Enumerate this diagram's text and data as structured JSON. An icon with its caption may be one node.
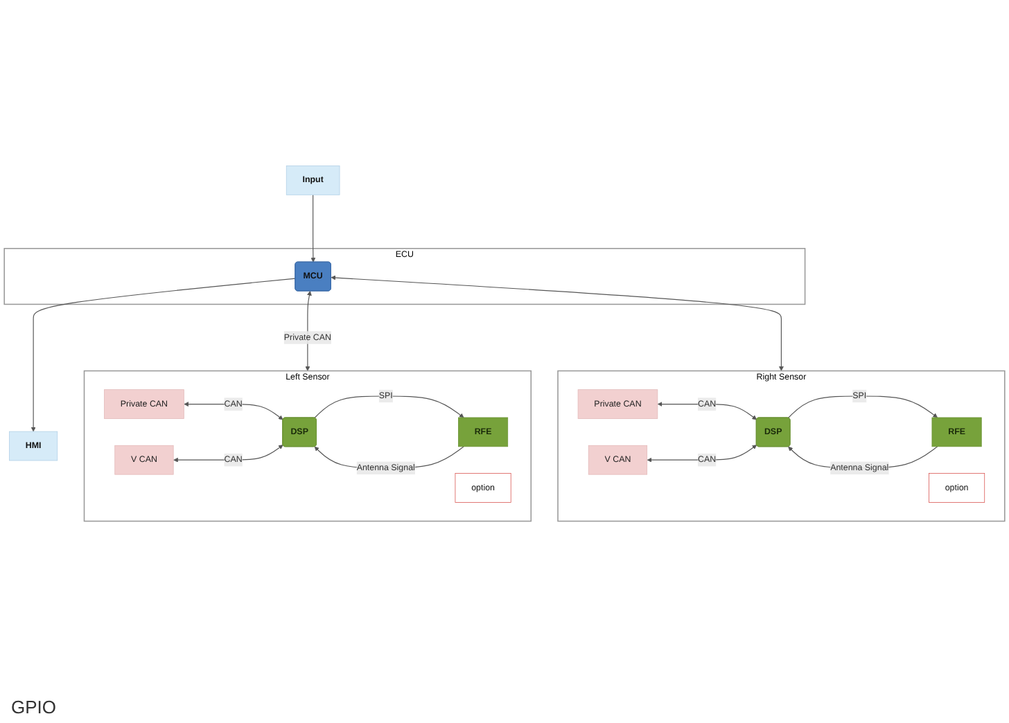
{
  "diagram": {
    "nodes": [
      {
        "text": [
          "ECU"
        ]
      },
      {
        "text": [
          "MCU"
        ],
        "in": 0
      },
      {
        "text": [
          "Input"
        ]
      },
      {
        "text": [
          "HMI"
        ]
      },
      {
        "text": [
          "Left Sensor"
        ]
      },
      {
        "text": [
          "Private CAN"
        ],
        "in": 4
      },
      {
        "text": [
          "V CAN"
        ],
        "in": 4
      },
      {
        "text": [
          "option"
        ],
        "in": 4
      },
      {
        "text": [
          "DSP"
        ],
        "in": 4
      },
      {
        "text": [
          "RFE"
        ],
        "in": 4
      },
      {
        "text": [
          "Right Sensor"
        ]
      },
      {
        "text": [
          "Private CAN"
        ],
        "in": 10
      },
      {
        "text": [
          "V CAN"
        ],
        "in": 10
      },
      {
        "text": [
          "option"
        ],
        "in": 10
      },
      {
        "text": [
          "DSP"
        ],
        "in": 10
      },
      {
        "text": [
          "RFE"
        ],
        "in": 10
      }
    ],
    "edges": [
      {
        "from": 2,
        "to": 1,
        "arrow": "to"
      },
      {
        "from": 1,
        "to": 3,
        "arrow": "to"
      },
      {
        "from": 1,
        "to": 4,
        "arrow": "both",
        "label": "Private CAN"
      },
      {
        "from": 1,
        "to": 10,
        "arrow": "both"
      },
      {
        "from": 5,
        "to": 8,
        "arrow": "both",
        "label": "CAN"
      },
      {
        "from": 6,
        "to": 8,
        "arrow": "both",
        "label": "CAN"
      },
      {
        "from": 8,
        "to": 9,
        "arrow": "to",
        "label": "SPI"
      },
      {
        "from": 9,
        "to": 8,
        "arrow": "to",
        "label": "Antenna Signal"
      },
      {
        "from": 11,
        "to": 14,
        "arrow": "both",
        "label": "CAN"
      },
      {
        "from": 12,
        "to": 14,
        "arrow": "both",
        "label": "CAN"
      },
      {
        "from": 14,
        "to": 15,
        "arrow": "to",
        "label": "SPI"
      },
      {
        "from": 15,
        "to": 14,
        "arrow": "to",
        "label": "Antenna Signal"
      }
    ],
    "labels": [
      "GPIO"
    ]
  }
}
